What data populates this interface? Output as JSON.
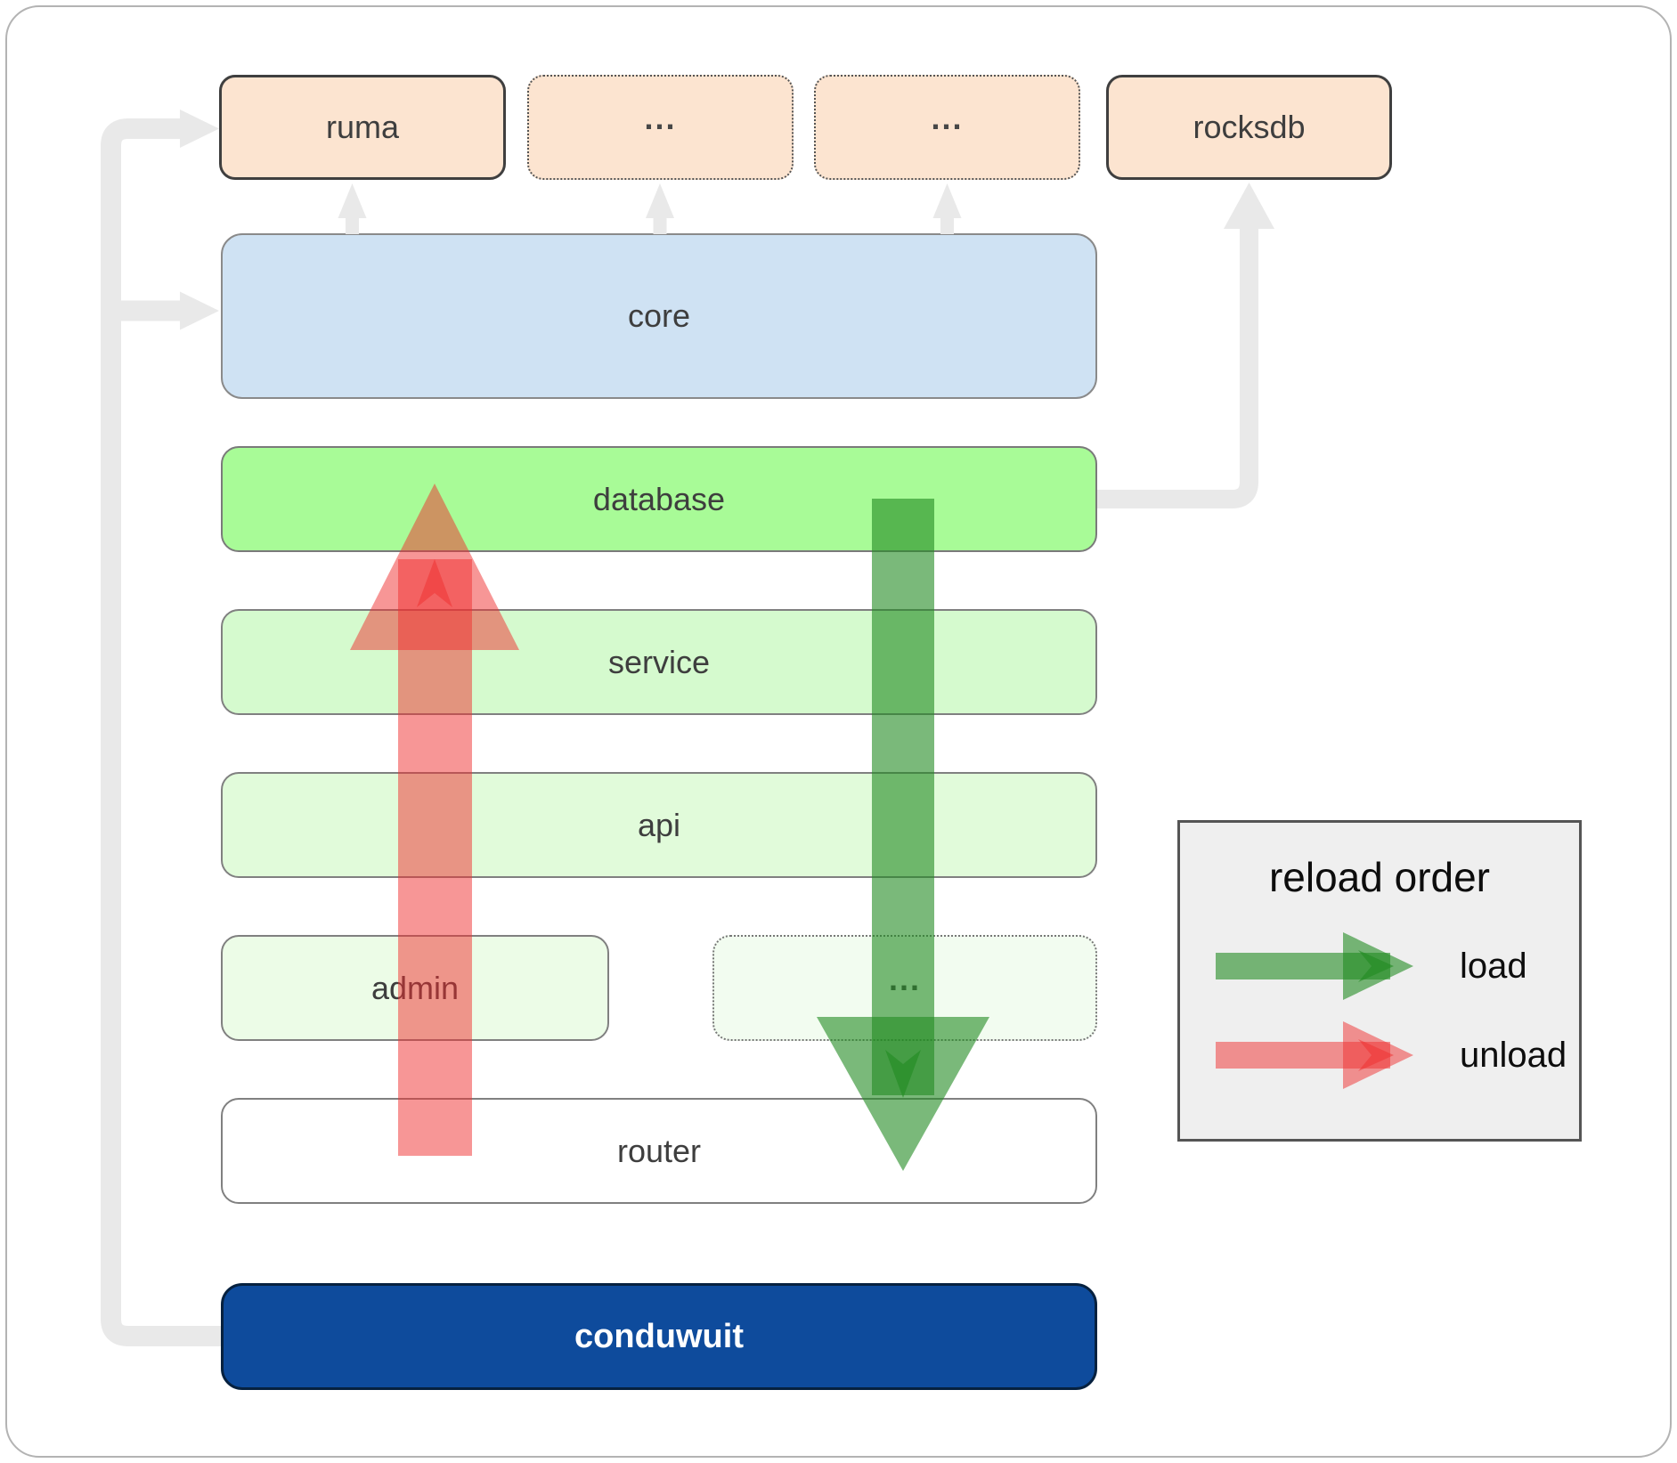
{
  "boxes": {
    "ruma": {
      "label": "ruma"
    },
    "ext1": {
      "label": "..."
    },
    "ext2": {
      "label": "..."
    },
    "rocksdb": {
      "label": "rocksdb"
    },
    "core": {
      "label": "core"
    },
    "database": {
      "label": "database"
    },
    "service": {
      "label": "service"
    },
    "api": {
      "label": "api"
    },
    "admin": {
      "label": "admin"
    },
    "ext3": {
      "label": "..."
    },
    "router": {
      "label": "router"
    },
    "conduwuit": {
      "label": "conduwuit"
    }
  },
  "legend": {
    "title": "reload order",
    "load_label": "load",
    "unload_label": "unload"
  },
  "arrows": {
    "load_direction": "database down to router",
    "unload_direction": "router up to database"
  },
  "colors": {
    "load_green": "#228B22",
    "unload_red": "#F02D2D",
    "dependency_peach": "#FCE4D0",
    "core_blue": "#CFE2F3",
    "database_green": "#A8FB97",
    "connector_gray": "#E9E9E9",
    "conduwuit_blue": "#0E4B9C"
  }
}
